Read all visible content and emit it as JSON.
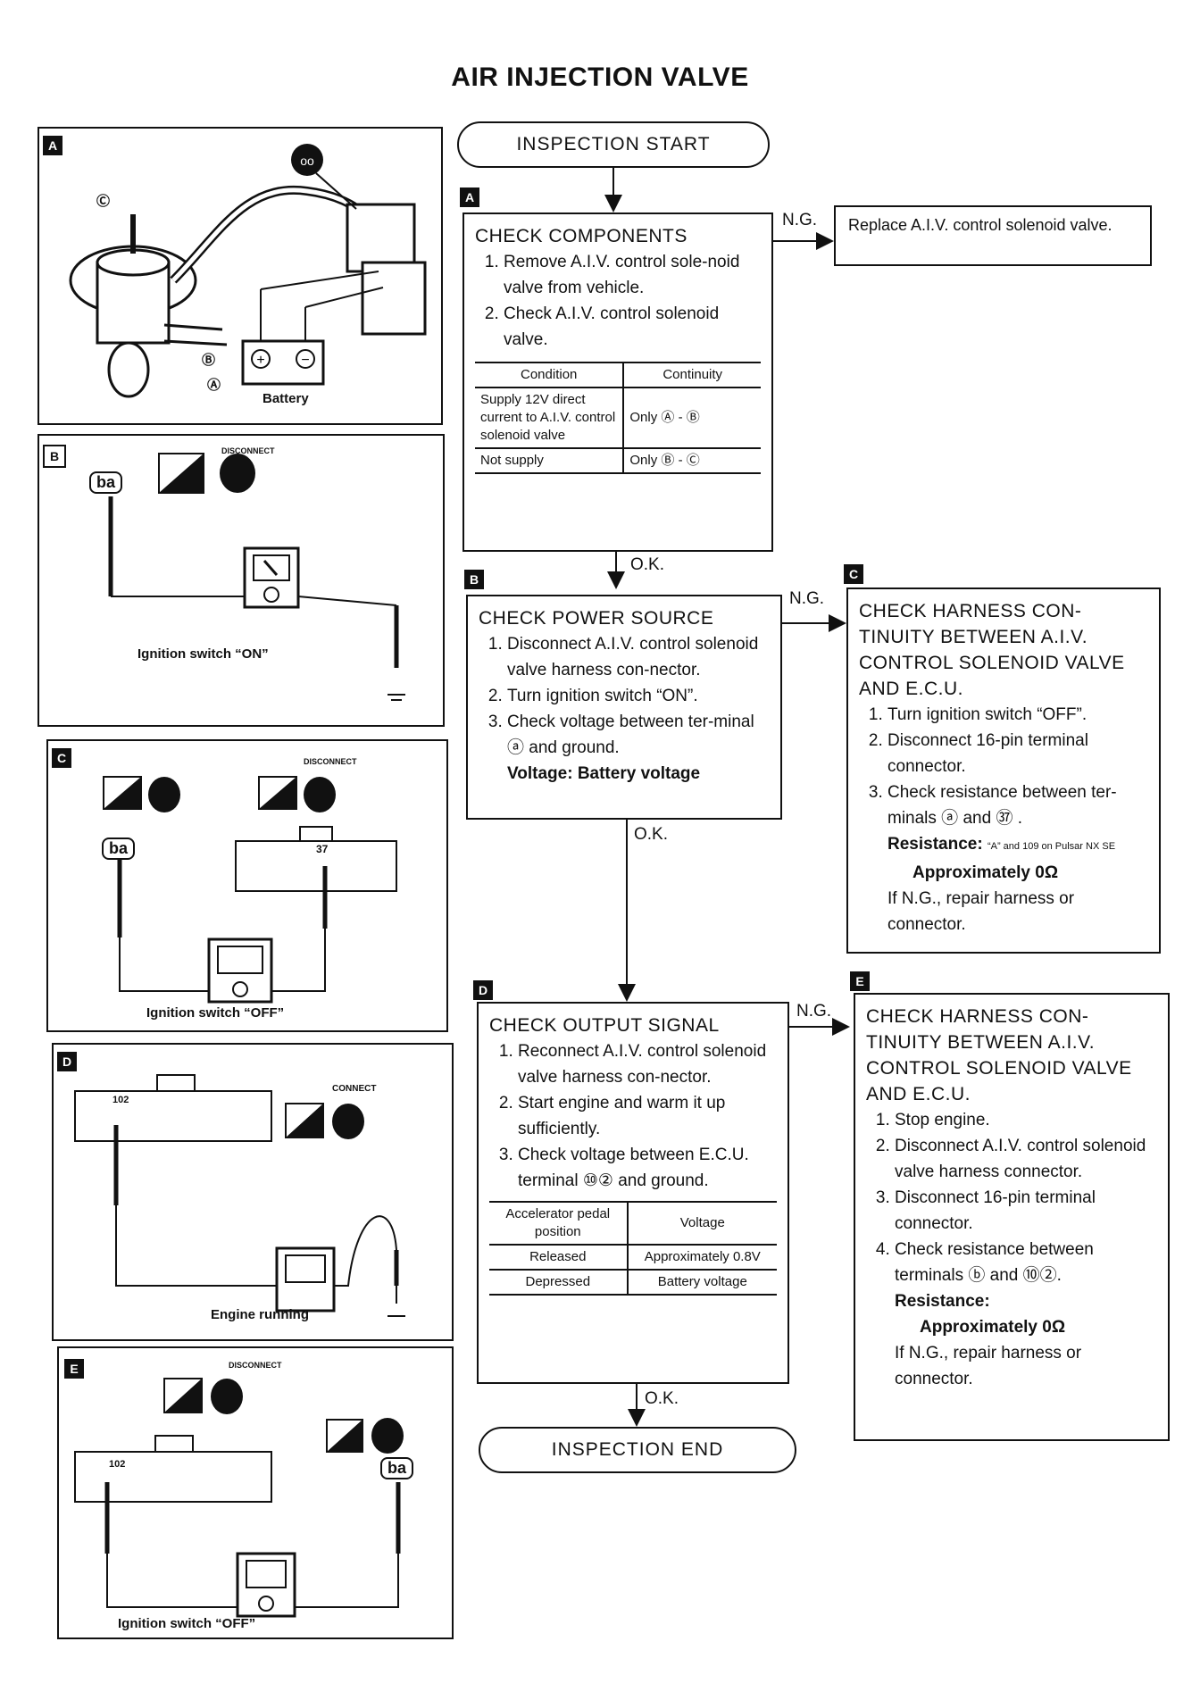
{
  "title": "AIR INJECTION VALVE",
  "flow": {
    "start": "INSPECTION START",
    "end": "INSPECTION END",
    "ng": "N.G.",
    "ok": "O.K."
  },
  "steps": {
    "A": {
      "tag": "A",
      "heading": "CHECK COMPONENTS",
      "items": [
        "Remove A.I.V. control sole-noid valve from vehicle.",
        "Check A.I.V. control solenoid valve."
      ],
      "table": {
        "headers": [
          "Condition",
          "Continuity"
        ],
        "rows": [
          [
            "Supply 12V direct current to A.I.V. control solenoid valve",
            "Only Ⓐ - Ⓑ"
          ],
          [
            "Not supply",
            "Only Ⓑ - Ⓒ"
          ]
        ]
      },
      "ng_result": "Replace A.I.V. control solenoid valve."
    },
    "B": {
      "tag": "B",
      "heading": "CHECK POWER SOURCE",
      "items": [
        "Disconnect A.I.V. control solenoid valve harness con-nector.",
        "Turn ignition switch “ON”.",
        "Check voltage between ter-minal ⓐ and ground."
      ],
      "voltage": "Voltage:  Battery voltage"
    },
    "C": {
      "tag": "C",
      "heading": "CHECK HARNESS CON-TINUITY BETWEEN A.I.V. CONTROL SOLENOID VALVE AND E.C.U.",
      "items": [
        "Turn ignition switch “OFF”.",
        "Disconnect 16-pin terminal connector.",
        "Check resistance between ter-minals ⓐ and ㊲ ."
      ],
      "resistance_label": "Resistance:",
      "resistance_note": "“A” and 109 on Pulsar NX SE",
      "resistance_value": "Approximately 0Ω",
      "repair": "If N.G., repair harness or connector."
    },
    "D": {
      "tag": "D",
      "heading": "CHECK OUTPUT SIGNAL",
      "items": [
        "Reconnect A.I.V. control solenoid valve harness con-nector.",
        "Start engine and warm it up sufficiently.",
        "Check voltage between E.C.U. terminal ⑩② and ground."
      ],
      "table": {
        "headers": [
          "Accelerator pedal position",
          "Voltage"
        ],
        "rows": [
          [
            "Released",
            "Approximately 0.8V"
          ],
          [
            "Depressed",
            "Battery voltage"
          ]
        ]
      }
    },
    "E": {
      "tag": "E",
      "heading": "CHECK HARNESS CON-TINUITY BETWEEN A.I.V. CONTROL SOLENOID VALVE AND E.C.U.",
      "items": [
        "Stop engine.",
        "Disconnect A.I.V. control solenoid valve harness connector.",
        "Disconnect 16-pin terminal connector.",
        "Check resistance between terminals ⓑ and ⑩②."
      ],
      "resistance_label": "Resistance:",
      "resistance_value": "Approximately 0Ω",
      "repair": "If N.G., repair harness or connector."
    }
  },
  "illustrations": {
    "A": {
      "tag": "A",
      "battery": "Battery",
      "labels": [
        "Ⓒ",
        "Ⓑ",
        "Ⓐ"
      ]
    },
    "B": {
      "tag": "B",
      "caption": "Ignition switch “ON”",
      "connector": "ba",
      "disconnect": "DISCONNECT"
    },
    "C": {
      "tag": "C",
      "caption": "Ignition switch “OFF”",
      "connector": "ba",
      "pin": "37",
      "disconnect": "DISCONNECT"
    },
    "D": {
      "tag": "D",
      "caption": "Engine running",
      "pin": "102",
      "connect": "CONNECT"
    },
    "E": {
      "tag": "E",
      "caption": "Ignition switch “OFF”",
      "connector": "ba",
      "pin": "102",
      "disconnect": "DISCONNECT"
    }
  }
}
